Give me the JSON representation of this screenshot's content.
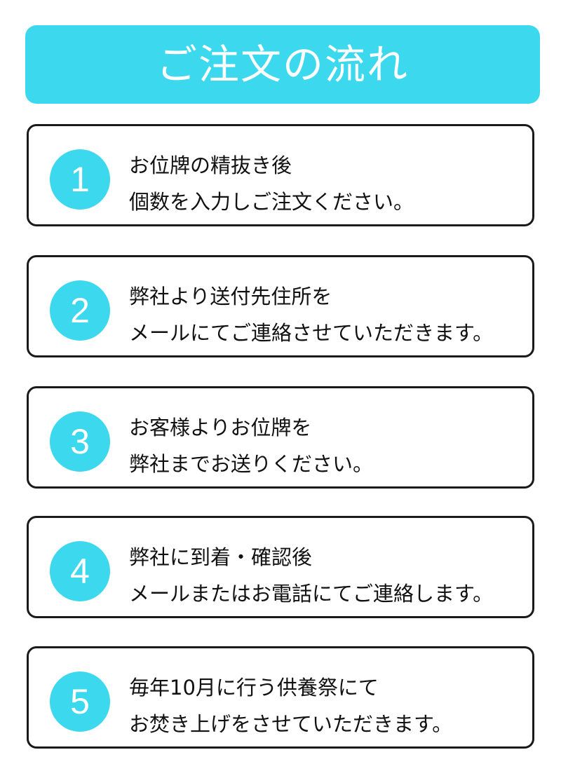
{
  "header": {
    "title": "ご注文の流れ",
    "background_color": "#3cd8ee"
  },
  "accent_color": "#3cd8ee",
  "steps": [
    {
      "number": "1",
      "line1": "お位牌の精抜き後",
      "line2": "個数を入力しご注文ください。"
    },
    {
      "number": "2",
      "line1": "弊社より送付先住所を",
      "line2": "メールにてご連絡させていただきます。"
    },
    {
      "number": "3",
      "line1": "お客様よりお位牌を",
      "line2": "弊社までお送りください。"
    },
    {
      "number": "4",
      "line1": "弊社に到着・確認後",
      "line2": "メールまたはお電話にてご連絡します。"
    },
    {
      "number": "5",
      "line1": "毎年10月に行う供養祭にて",
      "line2": "お焚き上げをさせていただきます。"
    }
  ]
}
